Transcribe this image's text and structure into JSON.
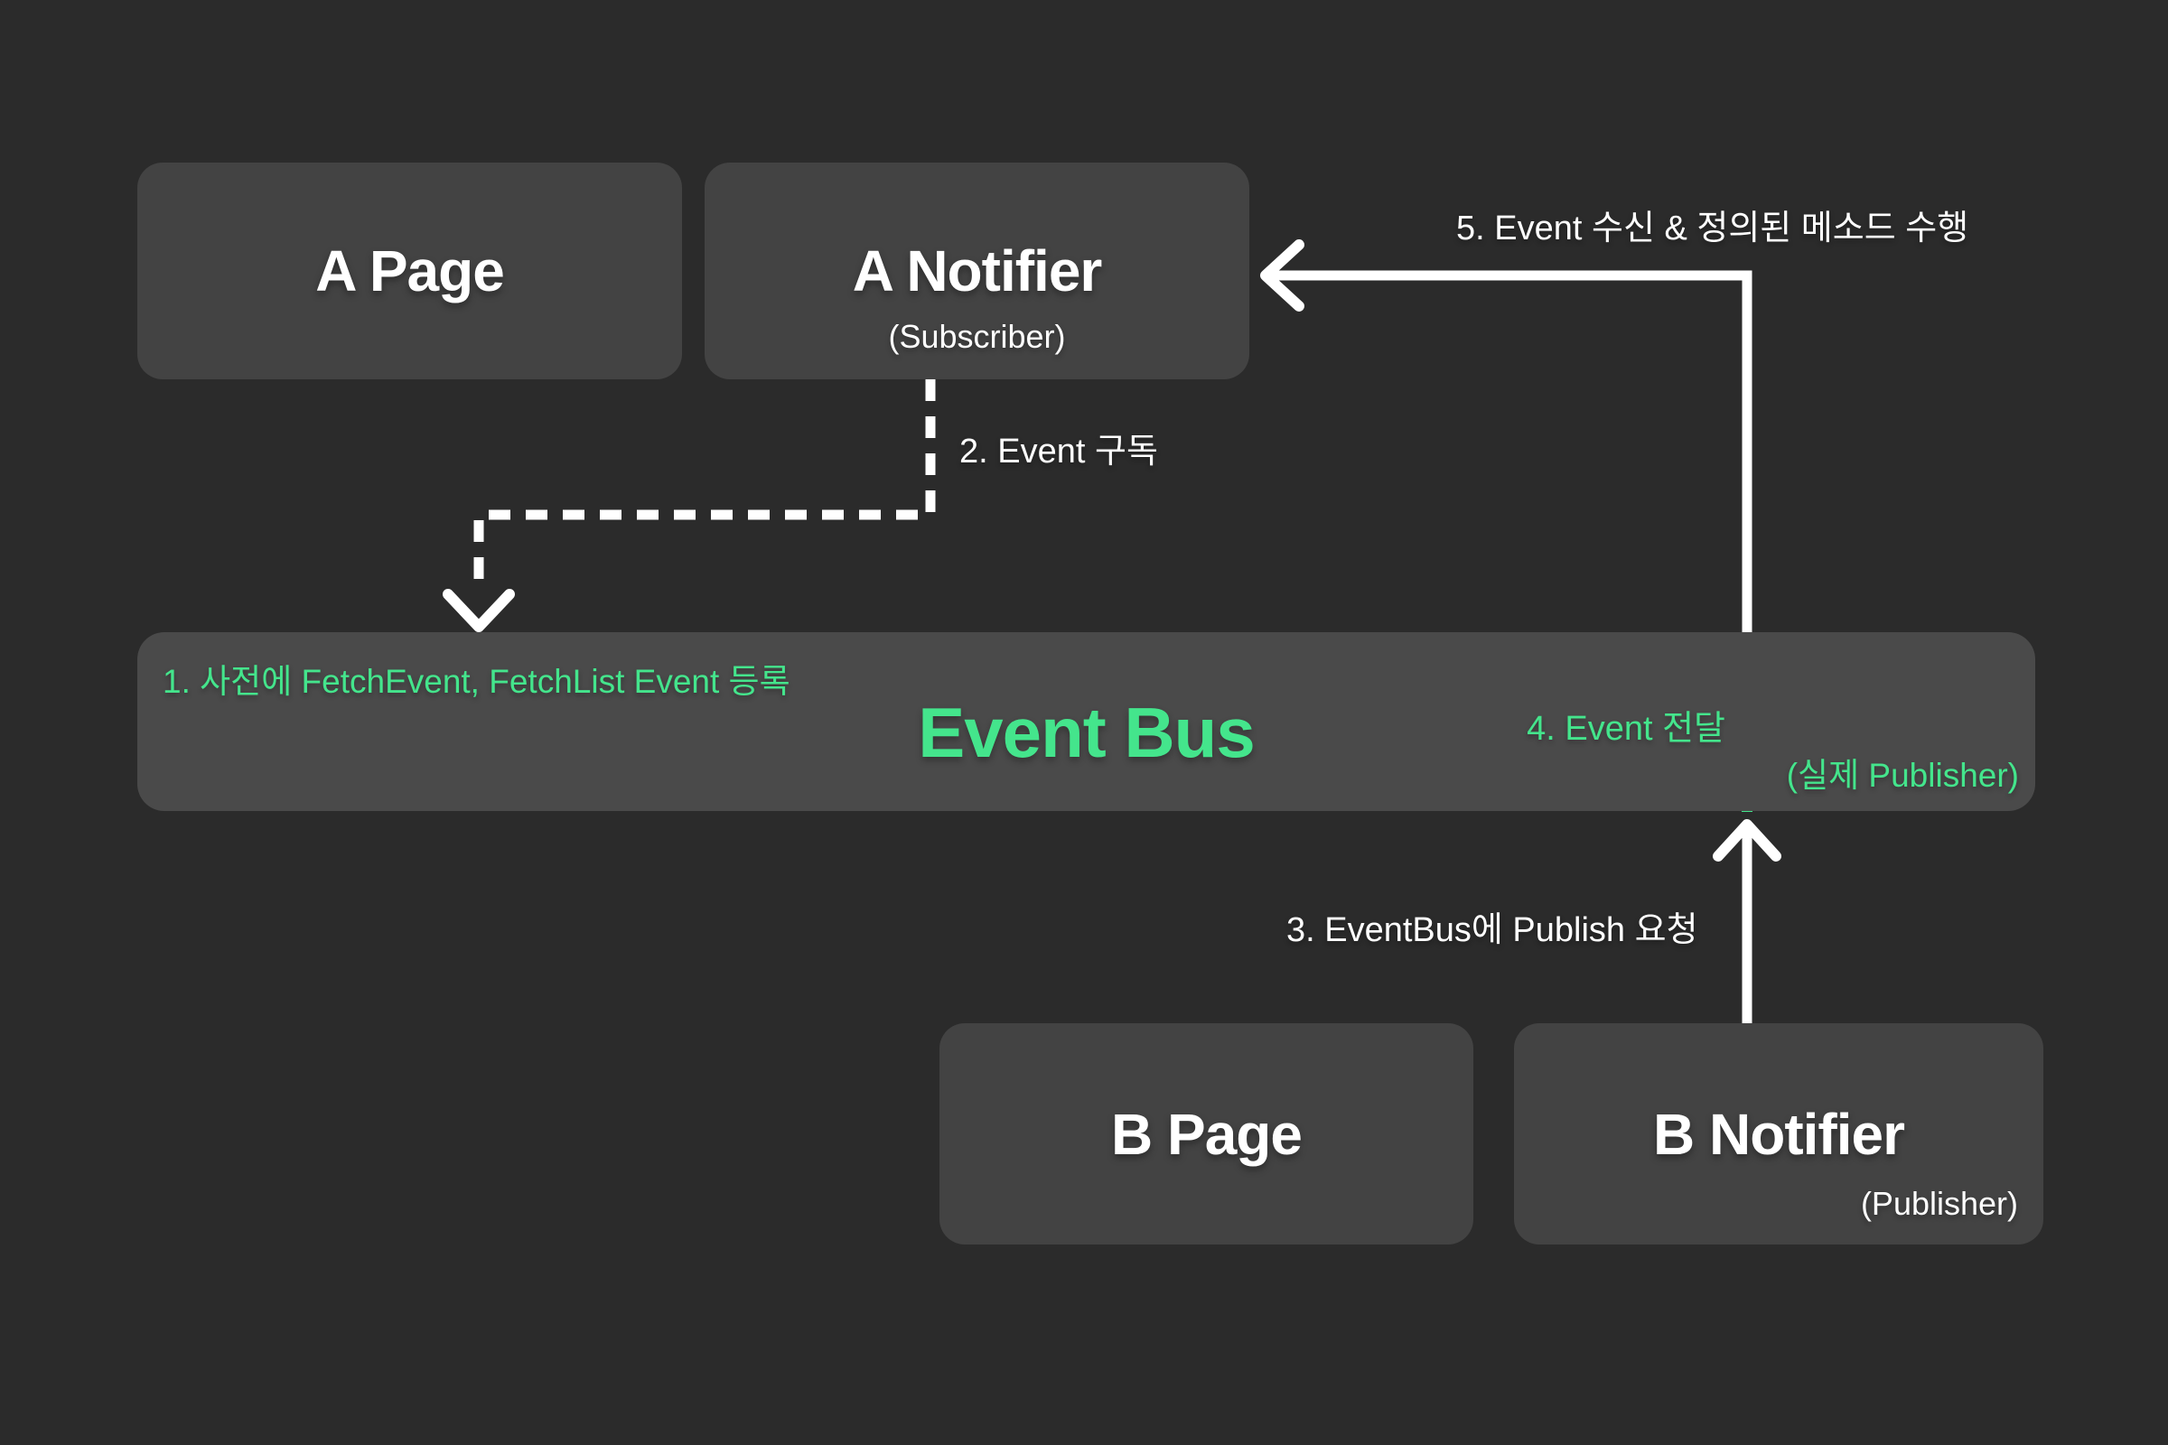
{
  "colors": {
    "background": "#2b2b2b",
    "node_fill": "#434343",
    "bus_fill": "#4a4a4a",
    "accent_green": "#44e58c",
    "line_white": "#ffffff"
  },
  "diagram": {
    "nodes": {
      "a_page": {
        "label": "A Page"
      },
      "a_notifier": {
        "label": "A Notifier",
        "sublabel": "(Subscriber)"
      },
      "event_bus": {
        "label": "Event Bus",
        "note_register": "1. 사전에 FetchEvent, FetchList Event 등록",
        "note_deliver": "4. Event 전달",
        "note_actual_publisher": "(실제 Publisher)"
      },
      "b_page": {
        "label": "B Page"
      },
      "b_notifier": {
        "label": "B Notifier",
        "sublabel": "(Publisher)"
      }
    },
    "edge_labels": {
      "subscribe": "2. Event 구독",
      "publish": "3. EventBus에 Publish 요청",
      "receive": "5. Event 수신 & 정의된 메소드 수행"
    }
  }
}
